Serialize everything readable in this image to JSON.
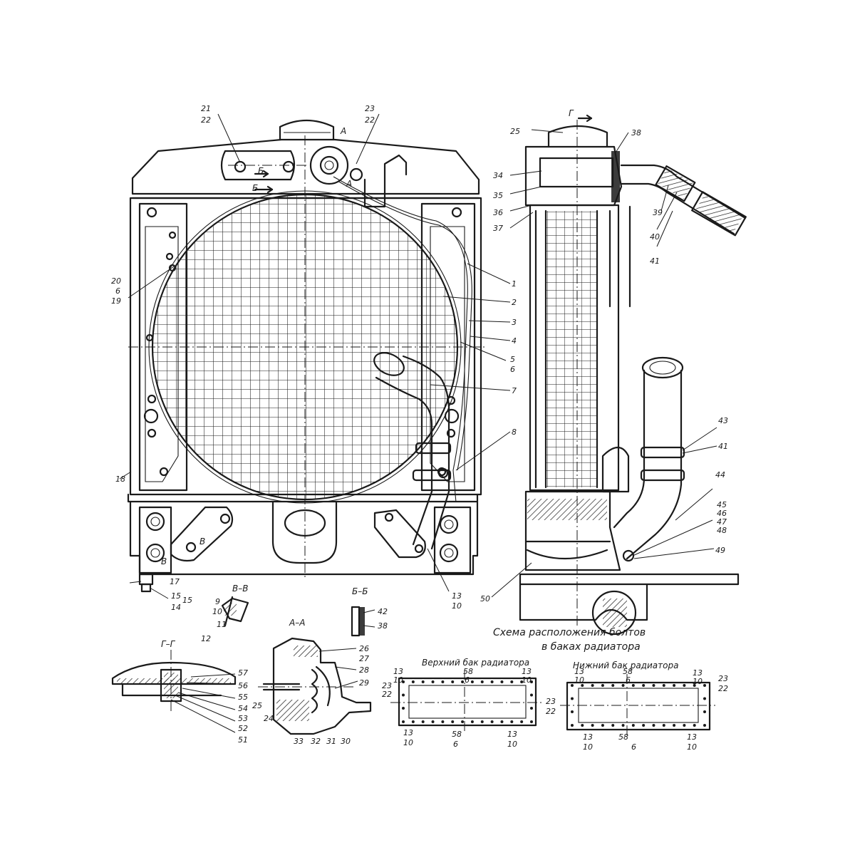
{
  "callouts": [
    {
      "id": "c1",
      "text": "1"
    },
    {
      "id": "c2",
      "text": "2"
    },
    {
      "id": "c3",
      "text": "3"
    },
    {
      "id": "c4",
      "text": "4"
    },
    {
      "id": "c5",
      "text": "5"
    },
    {
      "id": "c6",
      "text": "6"
    },
    {
      "id": "c7",
      "text": "7"
    },
    {
      "id": "c8",
      "text": "8"
    },
    {
      "id": "c9",
      "text": "9"
    },
    {
      "id": "c10",
      "text": "10"
    },
    {
      "id": "c11",
      "text": "11"
    },
    {
      "id": "c12",
      "text": "12"
    },
    {
      "id": "c13",
      "text": "13"
    },
    {
      "id": "c10b",
      "text": "10"
    },
    {
      "id": "c14",
      "text": "14"
    },
    {
      "id": "c15",
      "text": "15"
    },
    {
      "id": "c15b",
      "text": "15"
    },
    {
      "id": "c17",
      "text": "17"
    },
    {
      "id": "c18",
      "text": "18"
    },
    {
      "id": "c19",
      "text": "19"
    },
    {
      "id": "c20",
      "text": "20"
    },
    {
      "id": "c6b",
      "text": "6"
    },
    {
      "id": "c21",
      "text": "21"
    },
    {
      "id": "c22",
      "text": "22"
    },
    {
      "id": "c23",
      "text": "23"
    },
    {
      "id": "c22b",
      "text": "22"
    },
    {
      "id": "c24",
      "text": "24"
    },
    {
      "id": "c25",
      "text": "25"
    },
    {
      "id": "c25b",
      "text": "25"
    },
    {
      "id": "c26",
      "text": "26"
    },
    {
      "id": "c27",
      "text": "27"
    },
    {
      "id": "c28",
      "text": "28"
    },
    {
      "id": "c29",
      "text": "29"
    },
    {
      "id": "c30",
      "text": "30"
    },
    {
      "id": "c31",
      "text": "31"
    },
    {
      "id": "c32",
      "text": "32"
    },
    {
      "id": "c33",
      "text": "33"
    },
    {
      "id": "c34",
      "text": "34"
    },
    {
      "id": "c35",
      "text": "35"
    },
    {
      "id": "c36",
      "text": "36"
    },
    {
      "id": "c37",
      "text": "37"
    },
    {
      "id": "c38",
      "text": "38"
    },
    {
      "id": "c38b",
      "text": "38"
    },
    {
      "id": "c39",
      "text": "39"
    },
    {
      "id": "c40",
      "text": "40"
    },
    {
      "id": "c41",
      "text": "41"
    },
    {
      "id": "c41b",
      "text": "41"
    },
    {
      "id": "c42",
      "text": "42"
    },
    {
      "id": "c43",
      "text": "43"
    },
    {
      "id": "c44",
      "text": "44"
    },
    {
      "id": "c45",
      "text": "45"
    },
    {
      "id": "c46",
      "text": "46"
    },
    {
      "id": "c47",
      "text": "47"
    },
    {
      "id": "c48",
      "text": "48"
    },
    {
      "id": "c49",
      "text": "49"
    },
    {
      "id": "c50",
      "text": "50"
    },
    {
      "id": "c51",
      "text": "51"
    },
    {
      "id": "c52",
      "text": "52"
    },
    {
      "id": "c53",
      "text": "53"
    },
    {
      "id": "c54",
      "text": "54"
    },
    {
      "id": "c55",
      "text": "55"
    },
    {
      "id": "c56",
      "text": "56"
    },
    {
      "id": "c57",
      "text": "57"
    },
    {
      "id": "u13a",
      "text": "13"
    },
    {
      "id": "u10a",
      "text": "10"
    },
    {
      "id": "u23a",
      "text": "23"
    },
    {
      "id": "u22a",
      "text": "22"
    },
    {
      "id": "u58a",
      "text": "58"
    },
    {
      "id": "u6a",
      "text": "6"
    },
    {
      "id": "u13b",
      "text": "13"
    },
    {
      "id": "u10b",
      "text": "10"
    },
    {
      "id": "u13c",
      "text": "13"
    },
    {
      "id": "u10c",
      "text": "10"
    },
    {
      "id": "u58b",
      "text": "58"
    },
    {
      "id": "u6b",
      "text": "6"
    },
    {
      "id": "u13d",
      "text": "13"
    },
    {
      "id": "u10d",
      "text": "10"
    },
    {
      "id": "m23",
      "text": "23"
    },
    {
      "id": "m22",
      "text": "22"
    },
    {
      "id": "l13a",
      "text": "13"
    },
    {
      "id": "l10a",
      "text": "10"
    },
    {
      "id": "l58a",
      "text": "58"
    },
    {
      "id": "l6a",
      "text": "6"
    },
    {
      "id": "l13b",
      "text": "13"
    },
    {
      "id": "l10b",
      "text": "10"
    },
    {
      "id": "l23",
      "text": "23"
    },
    {
      "id": "l22",
      "text": "22"
    },
    {
      "id": "l13c",
      "text": "13"
    },
    {
      "id": "l10c",
      "text": "10"
    },
    {
      "id": "l58b",
      "text": "58"
    },
    {
      "id": "l6b",
      "text": "6"
    },
    {
      "id": "l13d",
      "text": "13"
    },
    {
      "id": "l10d",
      "text": "10"
    }
  ],
  "section_marks": {
    "a": "А",
    "a2": "А",
    "b": "Б",
    "b2": "Б",
    "v": "В",
    "v2": "В",
    "g": "Г"
  },
  "section_titles": {
    "v_v": "В–В",
    "b_b": "Б–Б",
    "a_a": "А–А",
    "g_g": "Г–Г"
  },
  "bolt_scheme": {
    "title_line1": "Схема расположения болтов",
    "title_line2": "в баках радиатора",
    "upper_tank": "Верхний бак радиатора",
    "lower_tank": "Нижний бак радиатора"
  }
}
